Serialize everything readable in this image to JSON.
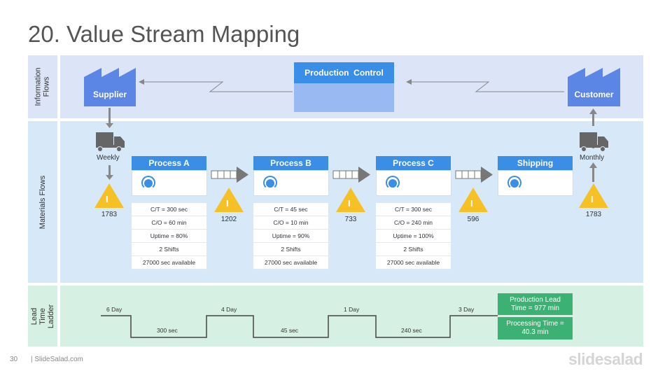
{
  "title": "20. Value Stream Mapping",
  "band_labels": {
    "information": "Information Flows",
    "materials": "Materials Flows",
    "lead_time": "Lead Time Ladder"
  },
  "supplier": "Supplier",
  "customer": "Customer",
  "production_control": "Production  Control",
  "weekly": "Weekly",
  "monthly": "Monthly",
  "processes": [
    {
      "name": "Process A",
      "data": [
        "C/T = 300 sec",
        "C/O = 60 min",
        "Uptime  = 80%",
        "2 Shifts",
        "27000  sec available"
      ]
    },
    {
      "name": "Process B",
      "data": [
        "C/T = 45 sec",
        "C/O = 10 min",
        "Uptime  = 90%",
        "2 Shifts",
        "27000  sec available"
      ]
    },
    {
      "name": "Process C",
      "data": [
        "C/T = 300 sec",
        "C/O = 240 min",
        "Uptime  = 100%",
        "2 Shifts",
        "27000  sec available"
      ]
    },
    {
      "name": "Shipping",
      "data": []
    }
  ],
  "inventory": [
    "1783",
    "1202",
    "733",
    "596",
    "1783"
  ],
  "inventory_symbol": "I",
  "ladder": {
    "days": [
      "6 Day",
      "4 Day",
      "1 Day",
      "3 Day"
    ],
    "secs": [
      "300 sec",
      "45 sec",
      "240 sec"
    ]
  },
  "production_lead": "Production Lead Time = 977 min",
  "processing_time": "Processing Time = 40.3 min",
  "footer": {
    "page": "30",
    "site": "| SlideSalad.com",
    "brand": "slidesalad"
  },
  "colors": {
    "info_band": "#dce4f8",
    "materials_band": "#d7e8f8",
    "ladder_band": "#d7f0e4",
    "process_blue": "#3a8ee6",
    "factory_blue": "#5b86e5",
    "warning_yellow": "#f6c125",
    "green": "#3bb273"
  }
}
